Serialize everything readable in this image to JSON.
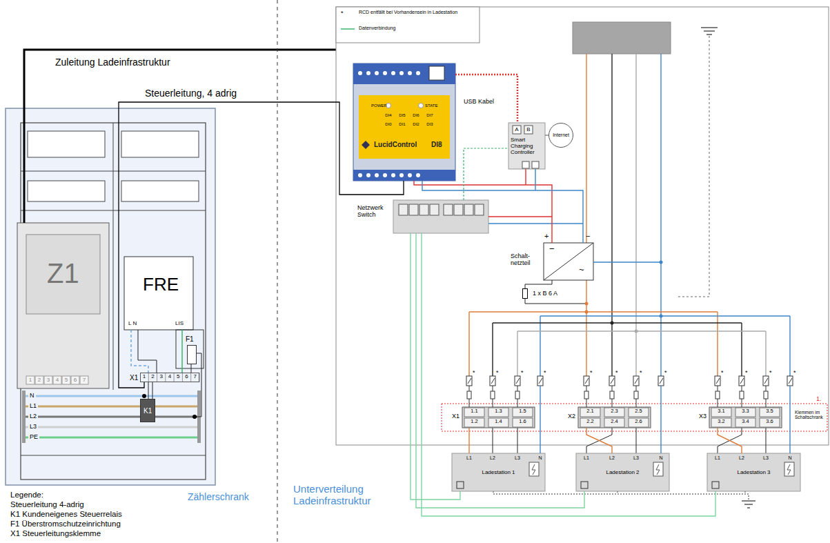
{
  "diagram": {
    "nodes": [
      {
        "text": [
          "Z1"
        ]
      },
      {
        "text": [
          "FRE",
          "L N",
          "LIS"
        ]
      },
      {
        "text": [
          "K1"
        ]
      },
      {
        "text": [
          "F1"
        ]
      },
      {
        "text": [
          "X1"
        ]
      },
      {
        "text": [
          "POWER",
          "STATE",
          "LucidControl",
          "DI8"
        ]
      },
      {
        "text": [
          "Smart Charging Controller"
        ]
      },
      {
        "text": [
          "Internet"
        ]
      },
      {
        "text": [
          "Netzwerk Switch"
        ]
      },
      {
        "text": [
          "Schalt- netzteil"
        ]
      },
      {
        "text": [
          "1 x B 6 A"
        ]
      },
      {
        "text": [
          "X1"
        ]
      },
      {
        "text": [
          "X2"
        ]
      },
      {
        "text": [
          "X3"
        ]
      },
      {
        "text": [
          "Ladestation 1"
        ]
      },
      {
        "text": [
          "Ladestation 2"
        ]
      },
      {
        "text": [
          "Ladestation 3"
        ]
      }
    ],
    "edges": [
      {
        "from": 4,
        "to": 5,
        "label": "Steuerleitung, 4 adrig",
        "arrow": "none"
      },
      {
        "from": 5,
        "to": 6,
        "label": "USB Kabel",
        "arrow": "none"
      },
      {
        "from": 6,
        "to": 7,
        "arrow": "none"
      },
      {
        "from": 8,
        "to": 6,
        "arrow": "none"
      },
      {
        "from": 9,
        "to": 8,
        "arrow": "none"
      },
      {
        "from": 8,
        "to": 14,
        "arrow": "none"
      },
      {
        "from": 8,
        "to": 15,
        "arrow": "none"
      },
      {
        "from": 8,
        "to": 16,
        "arrow": "none"
      },
      {
        "from": 11,
        "to": 14,
        "arrow": "none"
      },
      {
        "from": 12,
        "to": 15,
        "arrow": "none"
      },
      {
        "from": 13,
        "to": 16,
        "arrow": "none"
      }
    ],
    "labels": [
      "Zuleitung Ladeinfrastruktur",
      "Zählerschrank",
      "Unterverteilung Ladeinfrastruktur",
      "Legende:",
      "1",
      "2",
      "3",
      "4",
      "5",
      "6",
      "7",
      "1",
      "2",
      "3",
      "4",
      "5",
      "6",
      "7",
      "N",
      "L1",
      "L2",
      "L3",
      "PE",
      "*",
      "DI4",
      "DI5",
      "DI6",
      "DI7",
      "DI0",
      "DI1",
      "DI2",
      "DI3",
      "A",
      "B",
      "+",
      "−",
      "−",
      "~",
      "1.",
      "Klemmen im Schaltschrank",
      "1.1",
      "1.2",
      "1.3",
      "1.4",
      "1.5",
      "1.6",
      "2.1",
      "2.2",
      "2.3",
      "2.4",
      "2.5",
      "2.6",
      "3.1",
      "3.2",
      "3.3",
      "3.4",
      "3.5",
      "3.6",
      "L1",
      "L2",
      "L3",
      "N",
      "L1",
      "L2",
      "L3",
      "N",
      "L1",
      "L2",
      "L3",
      "N",
      "*",
      "*",
      "*",
      "*",
      "*",
      "*",
      "*",
      "*",
      "*",
      "*",
      "*",
      "*"
    ],
    "legend": [
      {
        "text": "RCD entfällt bei Vorhandensein in Ladestation"
      },
      {
        "text": "Datenverbindung"
      },
      {
        "text": "Steuerleitung 4-adrig"
      },
      {
        "text": "K1 Kundeneigenes Steuerrelais"
      },
      {
        "text": "F1 Überstromschutzeinrichtung"
      },
      {
        "text": "X1 Steuerleitungsklemme"
      }
    ]
  }
}
